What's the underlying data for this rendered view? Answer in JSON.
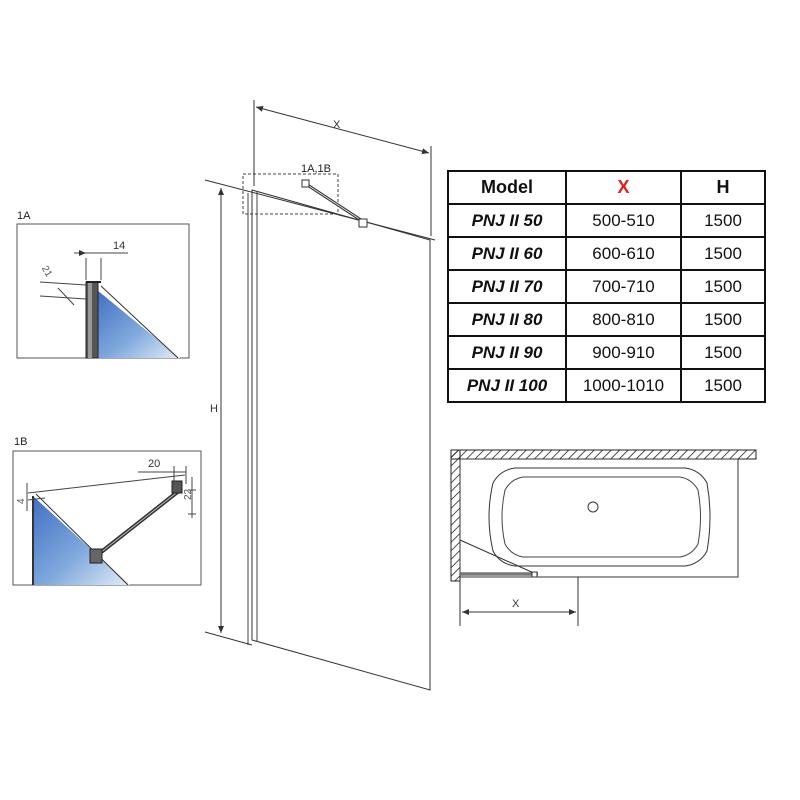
{
  "main": {
    "dimension_x": "X",
    "dimension_h": "H",
    "callout": "1A,1B"
  },
  "detail_1a": {
    "label": "1A",
    "dim_width": "14",
    "dim_angle": "21"
  },
  "detail_1b": {
    "label": "1B",
    "dim_top": "20",
    "dim_right": "22",
    "dim_left": "4"
  },
  "bath_plan": {
    "dimension_x": "X"
  },
  "table": {
    "headers": [
      "Model",
      "X",
      "H"
    ],
    "rows": [
      [
        "PNJ II 50",
        "500-510",
        "1500"
      ],
      [
        "PNJ II 60",
        "600-610",
        "1500"
      ],
      [
        "PNJ II 70",
        "700-710",
        "1500"
      ],
      [
        "PNJ II 80",
        "800-810",
        "1500"
      ],
      [
        "PNJ II 90",
        "900-910",
        "1500"
      ],
      [
        "PNJ II 100",
        "1000-1010",
        "1500"
      ]
    ]
  },
  "colors": {
    "glass_blue": "#7fa8dd",
    "header_x_red": "#e1201e",
    "line": "#333333"
  }
}
